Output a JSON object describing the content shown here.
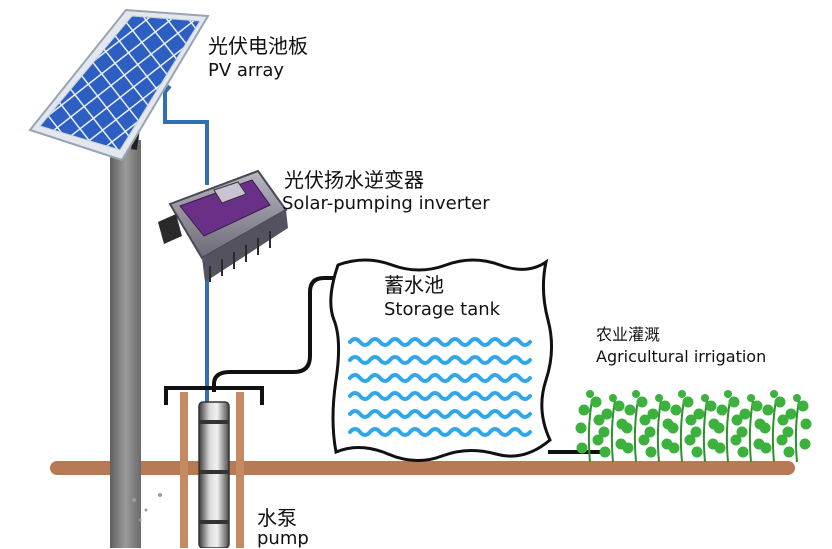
{
  "labels": {
    "pv_array_zh": "光伏电池板",
    "pv_array_en": "PV array",
    "inverter_zh": "光伏扬水逆变器",
    "inverter_en": "Solar-pumping inverter",
    "tank_zh": "蓄水池",
    "tank_en": "Storage tank",
    "irrigation_zh": "农业灌溉",
    "irrigation_en": "Agricultural irrigation",
    "pump_zh": "水泵",
    "pump_en": "pump"
  },
  "colors": {
    "solar_panel_cell": "#2f63c4",
    "solar_panel_frame": "#d8dde6",
    "pole": "#7d7d7d",
    "cable": "#2f6fb6",
    "inverter_body": "#8d8a98",
    "inverter_face": "#7a3f9a",
    "ground": "#b87a55",
    "water_wave": "#2fa7ea",
    "plant": "#3db13d",
    "pipe": "#111111"
  }
}
